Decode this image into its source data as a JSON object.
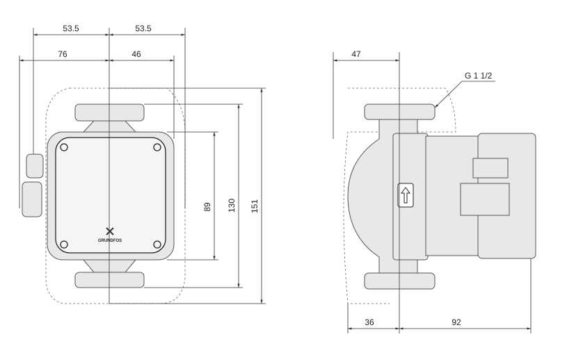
{
  "front_view": {
    "dims": {
      "top_left": "53.5",
      "top_right": "53.5",
      "left": "76",
      "right": "46",
      "inner_height": "89",
      "flange_height": "130",
      "total_height": "151"
    },
    "logo": "GRUNDFOS"
  },
  "side_view": {
    "dims": {
      "top_left": "47",
      "bottom_left": "36",
      "bottom_right": "92"
    },
    "thread_label": "G 1 1/2"
  }
}
